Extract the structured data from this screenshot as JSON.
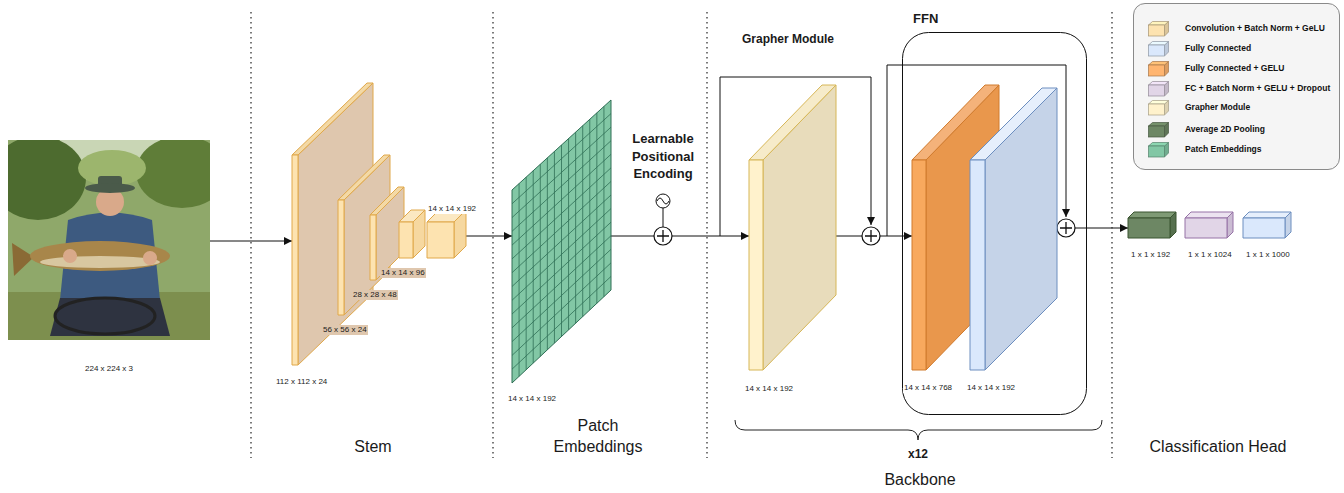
{
  "diagram": {
    "nodes": [
      {
        "text": [
          "224 x 224 x 3"
        ]
      },
      {
        "text": [
          "112 x 112 x 24"
        ]
      },
      {
        "text": [
          "56 x 56 x 24"
        ]
      },
      {
        "text": [
          "28 x 28 x 48"
        ]
      },
      {
        "text": [
          "14 x 14 x 96"
        ]
      },
      {
        "text": [
          "14 x 14 x 192"
        ]
      },
      {
        "text": [
          "14 x 14 x 192"
        ]
      },
      {
        "text": [
          "Grapher Module",
          "14 x 14 x 192"
        ]
      },
      {
        "text": [
          "FFN"
        ]
      },
      {
        "text": [
          "14 x 14 x 768"
        ],
        "in": 8
      },
      {
        "text": [
          "14 x 14 x 192"
        ],
        "in": 8
      },
      {
        "text": [
          "1 x 1 x 192"
        ]
      },
      {
        "text": [
          "1 x 1 x 1024"
        ]
      },
      {
        "text": [
          "1 x 1 x 1000"
        ]
      }
    ],
    "edges": [
      {
        "from": 0,
        "to": 1,
        "arrow": "to"
      },
      {
        "from": 5,
        "to": 6,
        "arrow": "to"
      },
      {
        "from": 6,
        "to": 7,
        "arrow": "to"
      },
      {
        "from": 7,
        "to": 9,
        "arrow": "to"
      },
      {
        "from": 10,
        "to": 11,
        "arrow": "to"
      }
    ],
    "labels": [
      "Learnable Positional Encoding",
      "Stem",
      "Patch Embeddings",
      "x12",
      "Backbone",
      "Classification Head"
    ],
    "legend": [
      {
        "text": "Convolution + Batch Norm + GeLU",
        "color": "#fde3b0"
      },
      {
        "text": "Fully Connected",
        "color": "#dae8fc"
      },
      {
        "text": "Fully Connected + GELU",
        "color": "#ffb570"
      },
      {
        "text": "FC + Batch Norm + GELU + Dropout",
        "color": "#e1d5e7"
      },
      {
        "text": "Grapher Module",
        "color": "#fff2cc"
      },
      {
        "text": "Average 2D Pooling",
        "color": "#6d8764"
      },
      {
        "text": "Patch Embeddings",
        "color": "#82c7a5"
      }
    ]
  }
}
